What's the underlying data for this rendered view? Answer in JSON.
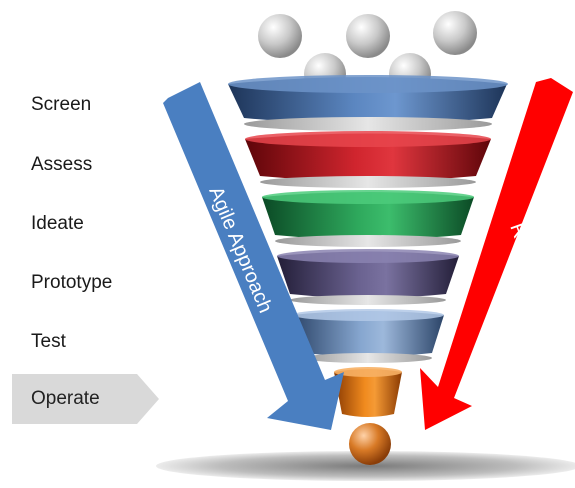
{
  "stages": [
    {
      "label": "Screen"
    },
    {
      "label": "Assess"
    },
    {
      "label": "Ideate"
    },
    {
      "label": "Prototype"
    },
    {
      "label": "Test"
    },
    {
      "label": "Operate",
      "active": true
    }
  ],
  "arrows": {
    "left_label": "Agile Approach",
    "right_label": "Risk",
    "left_color": "#4a7fc1",
    "right_color": "#ff0000"
  },
  "colors": {
    "screen": "#3d5f8e",
    "assess": "#b3121c",
    "ideate": "#1f8a4a",
    "prototype": "#4f4670",
    "test": "#5b7eaa",
    "operate": "#e06a0a",
    "ball_top": "#c8c8c8",
    "ball_bottom": "#d87a26",
    "active_tab": "#d9d9d9"
  }
}
